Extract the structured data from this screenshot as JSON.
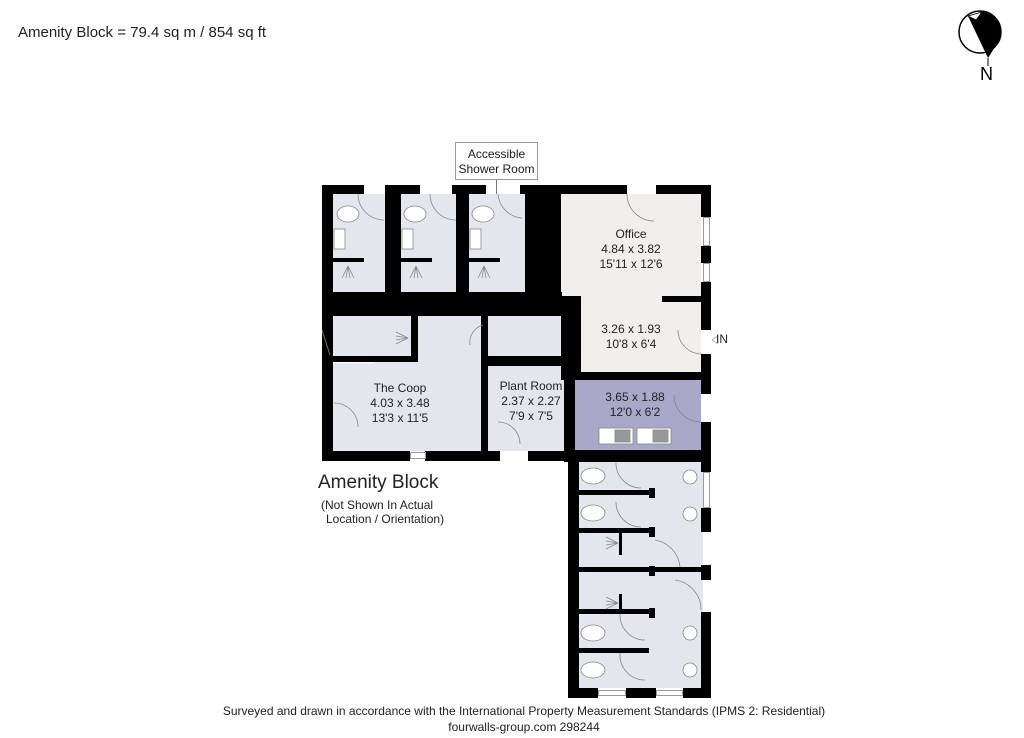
{
  "header": {
    "area_summary": "Amenity Block = 79.4 sq m / 854 sq ft"
  },
  "compass": {
    "icon": "north-arrow-icon",
    "label": "N"
  },
  "callout": {
    "line1": "Accessible",
    "line2": "Shower Room"
  },
  "rooms": {
    "office": {
      "name": "Office",
      "metric": "4.84 x 3.82",
      "imperial": "15'11 x 12'6"
    },
    "hall": {
      "name": "",
      "metric": "3.26 x 1.93",
      "imperial": "10'8 x 6'4"
    },
    "kitchen": {
      "name": "",
      "metric": "3.65 x 1.88",
      "imperial": "12'0 x 6'2"
    },
    "coop": {
      "name": "The Coop",
      "metric": "4.03 x 3.48",
      "imperial": "13'3 x 11'5"
    },
    "plant": {
      "name": "Plant Room",
      "metric": "2.37 x 2.27",
      "imperial": "7'9 x 7'5"
    }
  },
  "entrance": {
    "label": "IN"
  },
  "block_title": {
    "title": "Amenity Block",
    "note_line1": "(Not Shown In Actual",
    "note_line2": "Location / Orientation)"
  },
  "footer": {
    "line1": "Surveyed and drawn in accordance with the International Property Measurement Standards (IPMS 2: Residential)",
    "line2": "fourwalls-group.com 298244"
  },
  "colors": {
    "wall": "#000000",
    "wet_rooms": "#e4e6ee",
    "office": "#f1efeb",
    "kitchen": "#a8a8c8"
  }
}
